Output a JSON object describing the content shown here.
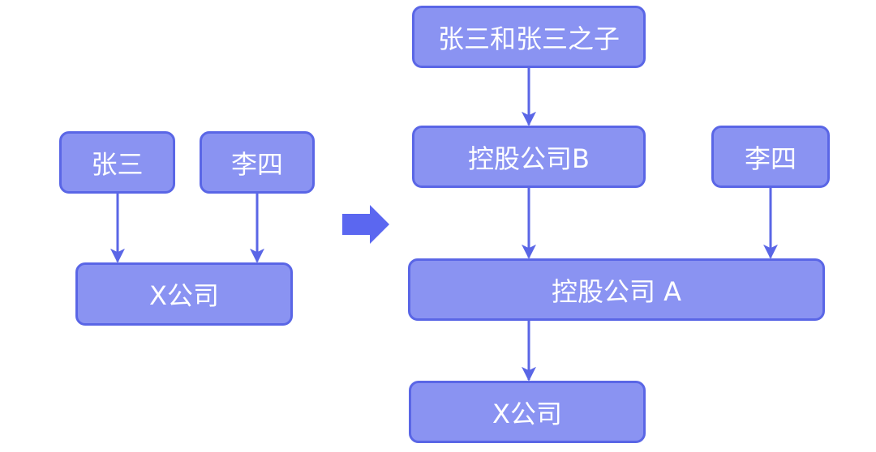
{
  "left_diagram": {
    "shareholder_1": "张三",
    "shareholder_2": "李四",
    "company": "X公司"
  },
  "right_diagram": {
    "top_holder": "张三和张三之子",
    "holding_company_b": "控股公司B",
    "shareholder_2": "李四",
    "holding_company_a": "控股公司 A",
    "company": "X公司"
  },
  "colors": {
    "node_fill": "#8a93f2",
    "node_border": "#5a66e6",
    "arrow": "#5a66e6",
    "transition_arrow": "#5b67f0",
    "text": "#ffffff"
  }
}
